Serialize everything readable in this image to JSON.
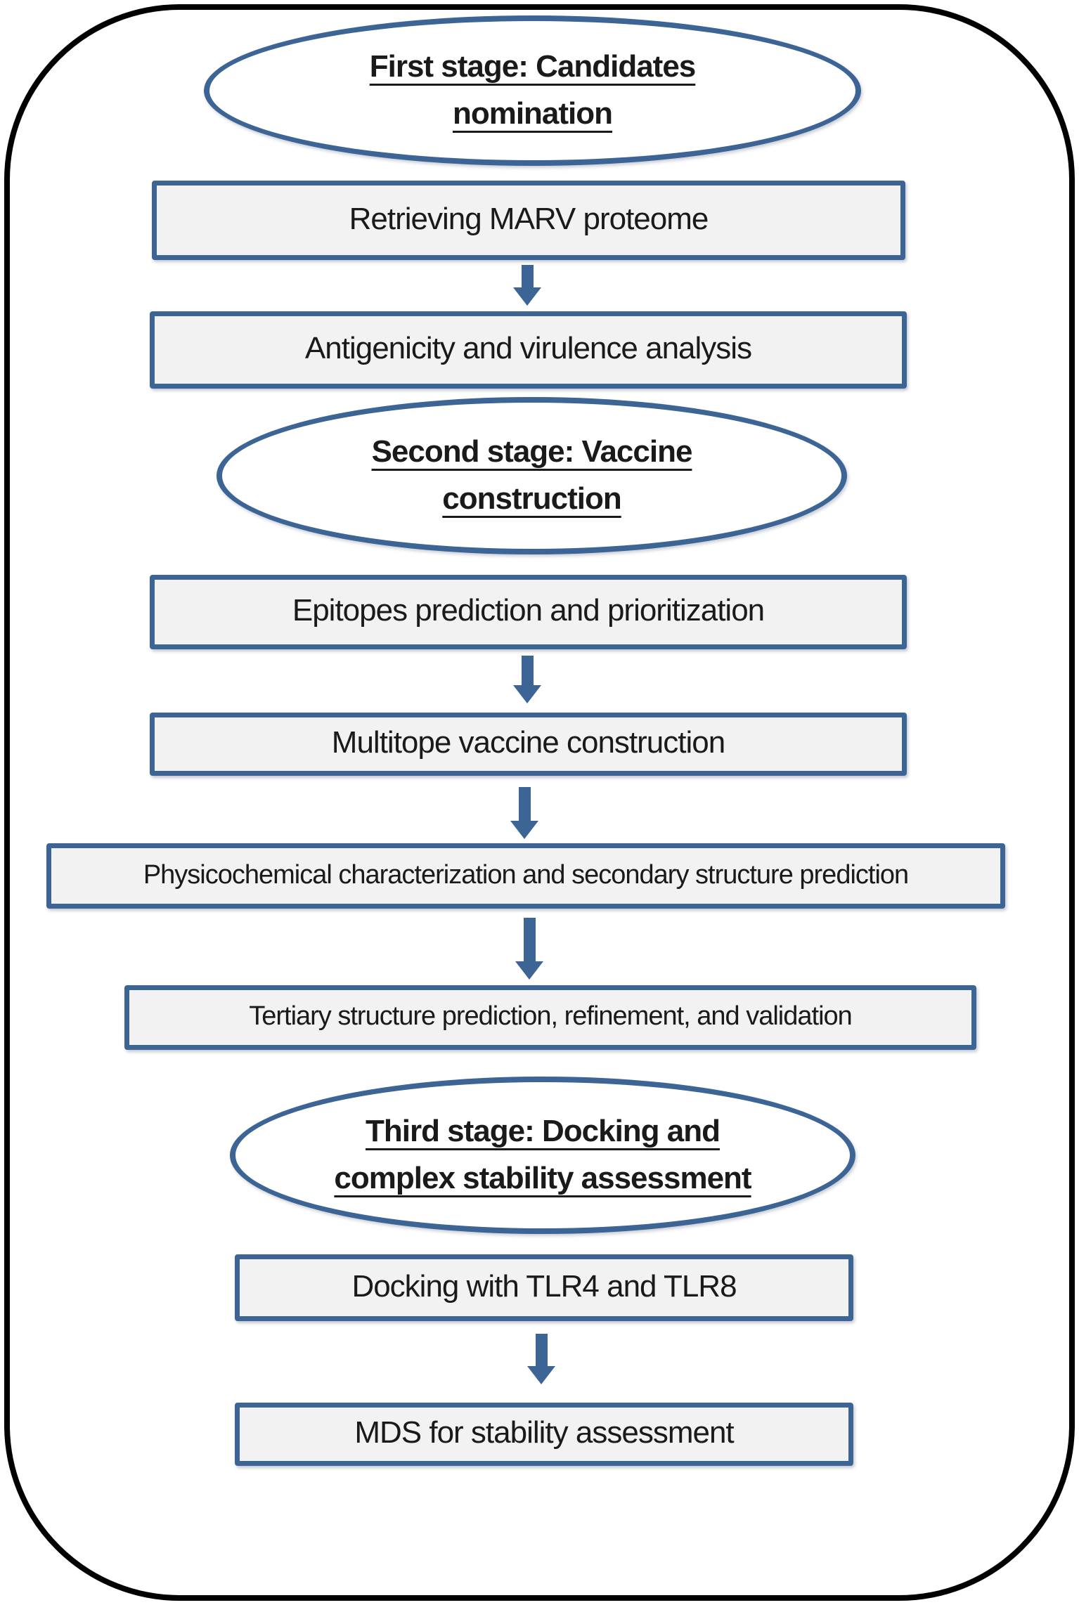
{
  "figure_type": "flowchart",
  "colors": {
    "accent": "#3c6494",
    "box_fill": "#f2f2f2",
    "outline": "#000000",
    "text": "#1a1a1a"
  },
  "icons": {
    "arrow": "down-block-arrow"
  },
  "flow": {
    "stages": [
      {
        "line1": "First stage: Candidates",
        "line2": "nomination"
      },
      {
        "line1": "Second stage: Vaccine",
        "line2": "construction"
      },
      {
        "line1": "Third stage: Docking and",
        "line2": "complex stability assessment"
      }
    ],
    "steps": [
      "Retrieving MARV proteome",
      "Antigenicity and virulence analysis",
      "Epitopes prediction and prioritization",
      "Multitope vaccine construction",
      "Physicochemical characterization and secondary structure prediction",
      "Tertiary structure prediction, refinement, and validation",
      "Docking with TLR4 and TLR8",
      "MDS for stability assessment"
    ]
  }
}
